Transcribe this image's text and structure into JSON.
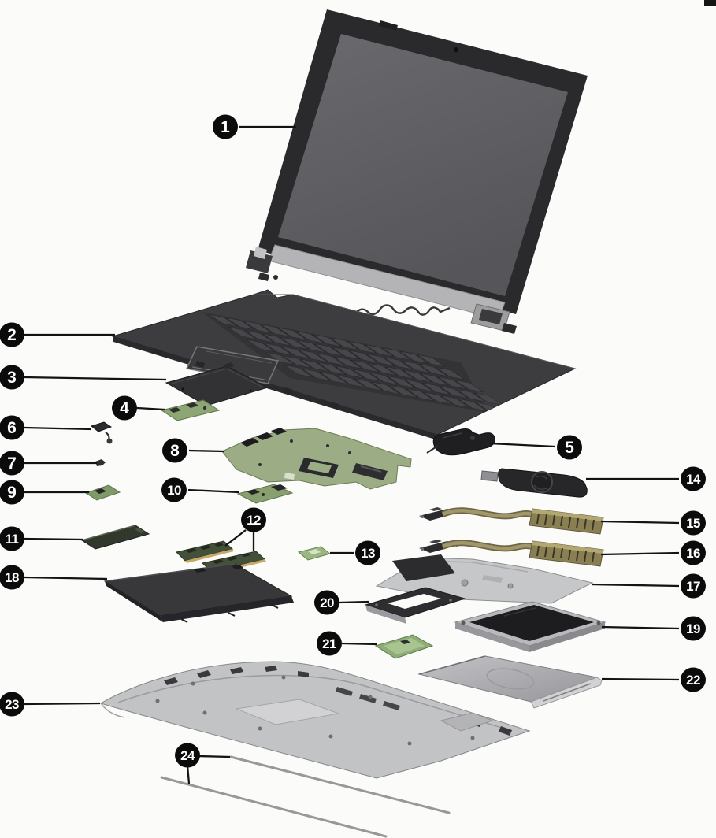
{
  "figure": {
    "type": "exploded-parts-diagram",
    "visible_text": "numeric callouts 1-24 only"
  },
  "palette": {
    "background": "#fbfbfa",
    "callout_fill": "#0b0b0b",
    "callout_text": "#ffffff",
    "leader_line": "#141414",
    "board_green": "#9cad85",
    "small_board_green": "#8ea673",
    "metal_gray": "#c6c7c9",
    "dark_plastic": "#2c2c2f",
    "deck_gray": "#3d3d40",
    "screen_gray": "#606064",
    "hinge_silver": "#b4b4b7",
    "heatpipe_bronze": "#a2966b",
    "heatsink_fins": "#8a7f52"
  },
  "callouts": [
    {
      "num": "1"
    },
    {
      "num": "2"
    },
    {
      "num": "3"
    },
    {
      "num": "4"
    },
    {
      "num": "5"
    },
    {
      "num": "6"
    },
    {
      "num": "7"
    },
    {
      "num": "8"
    },
    {
      "num": "9"
    },
    {
      "num": "10"
    },
    {
      "num": "11"
    },
    {
      "num": "12"
    },
    {
      "num": "13"
    },
    {
      "num": "14"
    },
    {
      "num": "15"
    },
    {
      "num": "16"
    },
    {
      "num": "17"
    },
    {
      "num": "18"
    },
    {
      "num": "19"
    },
    {
      "num": "20"
    },
    {
      "num": "21"
    },
    {
      "num": "22"
    },
    {
      "num": "23"
    },
    {
      "num": "24"
    }
  ]
}
